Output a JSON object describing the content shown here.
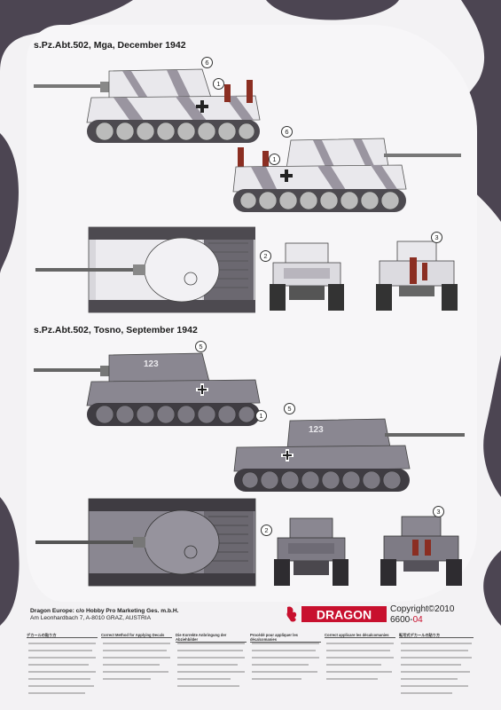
{
  "section1": {
    "title": "s.Pz.Abt.502, Mga, December 1942",
    "callouts": {
      "turret_marking": "6",
      "hull_cross": "1",
      "front_plate": "2",
      "rear_marking": "3"
    }
  },
  "section2": {
    "title": "s.Pz.Abt.502, Tosno, September 1942",
    "turret_number": "123",
    "callouts": {
      "turret_marking": "5",
      "hull_cross": "1",
      "front_plate": "2",
      "rear_marking": "3"
    }
  },
  "footer": {
    "company_line": "Dragon Europe: c/o Hobby Pro Marketing Ges. m.b.H.",
    "address_line": "Am Leonhardbach 7, A-8010 GRAZ, AUSTRIA",
    "logo_text": "DRAGON",
    "copyright": "Copyright©2010",
    "code_prefix": "6600-",
    "code_suffix": "04"
  },
  "instructions": {
    "col1_heading": "デカールの貼り方",
    "col2_heading": "Correct Method for Applying Decals",
    "col3_heading": "Die Korrekte Anbringung der Abziehbilder",
    "col4_heading": "Procédé pour appliquer les décalcomanies",
    "col5_heading": "Correct applicare les décalcomanies",
    "col6_heading": "転写式デカールの貼り方"
  },
  "colors": {
    "camo_dark": "#4c4552",
    "sheet_bg": "#f3f2f4",
    "tank_grey": "#8a8791",
    "winter_white": "#e9e8ec",
    "winter_stripe": "#9a95a0",
    "logo_red": "#c8102e"
  }
}
